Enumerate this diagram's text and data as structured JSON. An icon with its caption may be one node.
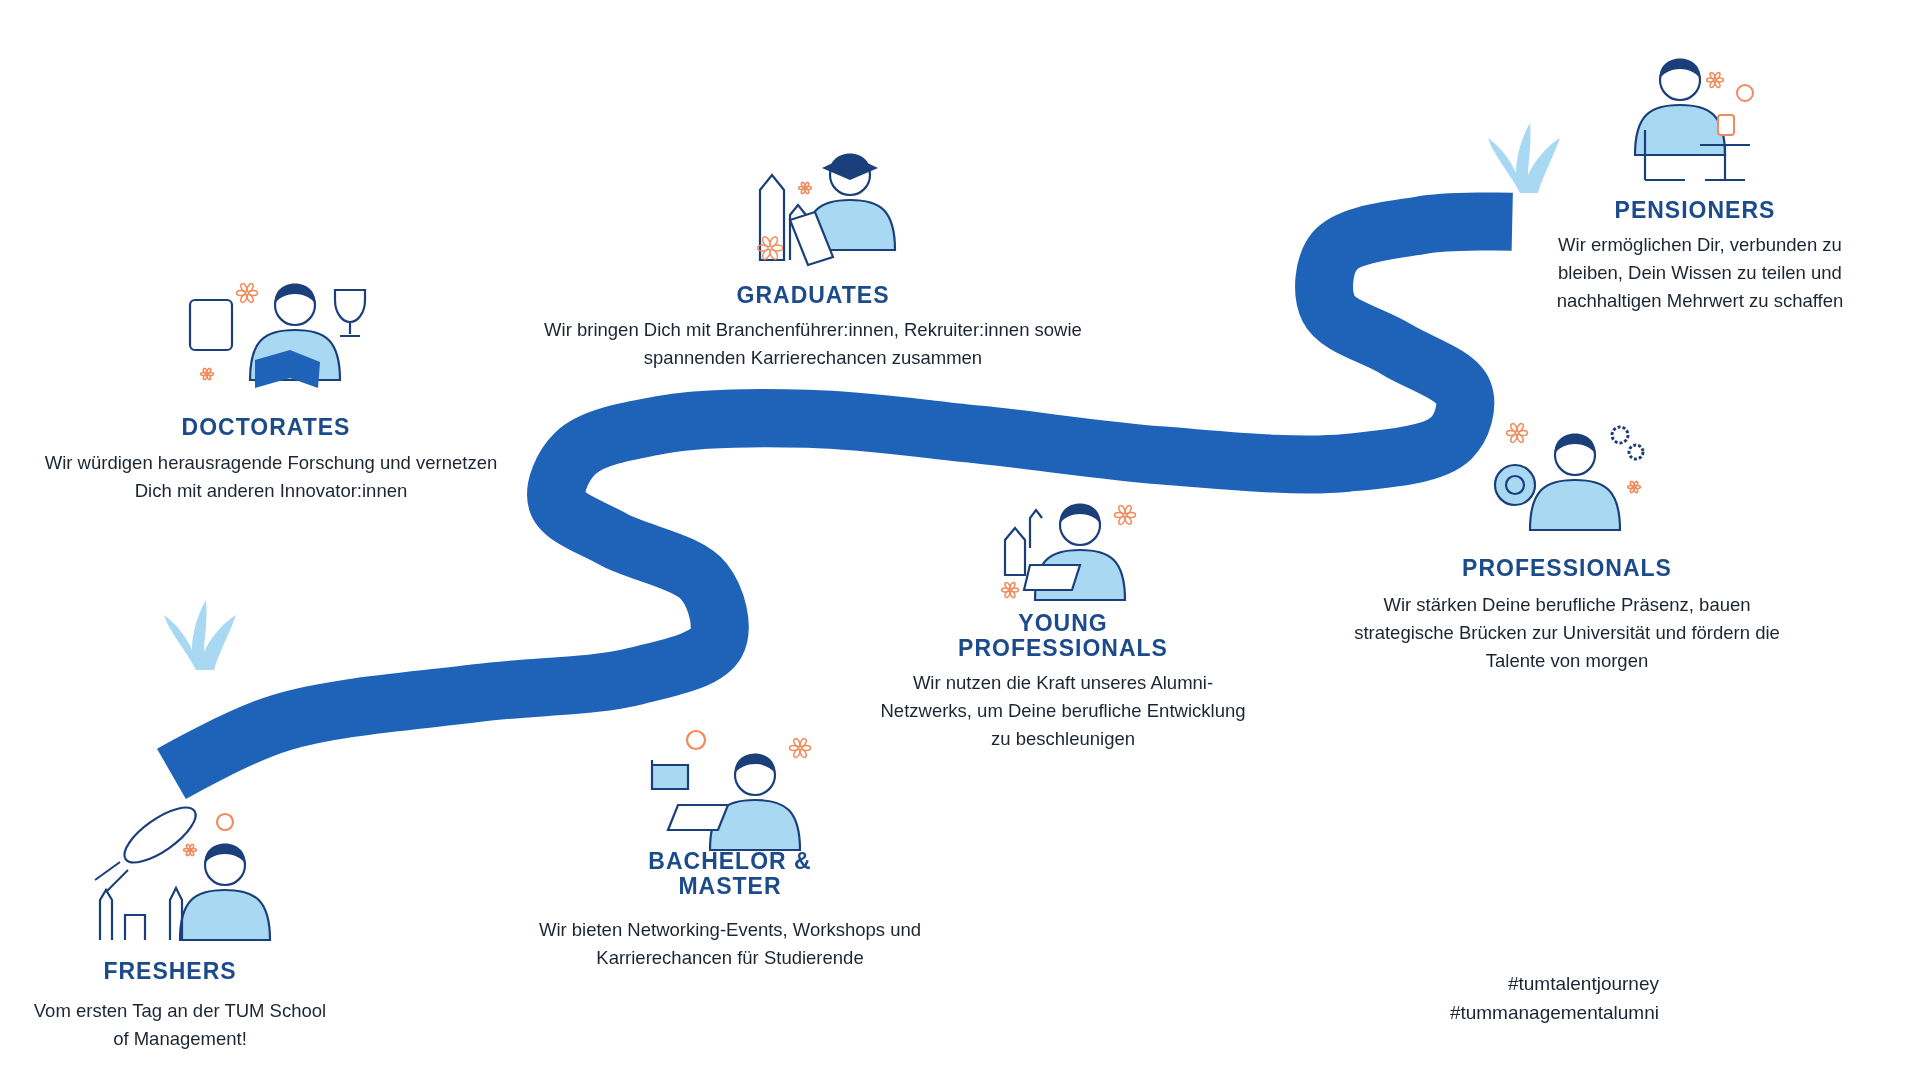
{
  "diagram": {
    "labels": [
      "PENSIONERS",
      "Wir ermöglichen Dir, verbunden zu bleiben, Dein Wissen zu teilen und nachhaltigen Mehrwert zu schaffen",
      "GRADUATES",
      "Wir bringen Dich mit Branchenführer:innen, Rekruiter:innen sowie spannenden Karrierechancen zusammen",
      "DOCTORATES",
      "Wir würdigen herausragende Forschung und vernetzen Dich mit anderen Innovator:innen",
      "PROFESSIONALS",
      "Wir stärken Deine berufliche Präsenz, bauen strategische Brücken zur Universität und fördern die Talente von morgen",
      "YOUNG PROFESSIONALS",
      "Wir nutzen die Kraft unseres Alumni-Netzwerks, um Deine berufliche Entwicklung zu beschleunigen",
      "BACHELOR & MASTER",
      "Wir bieten Networking-Events, Workshops und Karrierechancen für Studierende",
      "FRESHERS",
      "Vom ersten Tag an der TUM School of Management!",
      "#tumtalentjourney",
      "#tummanagementalumni"
    ]
  }
}
